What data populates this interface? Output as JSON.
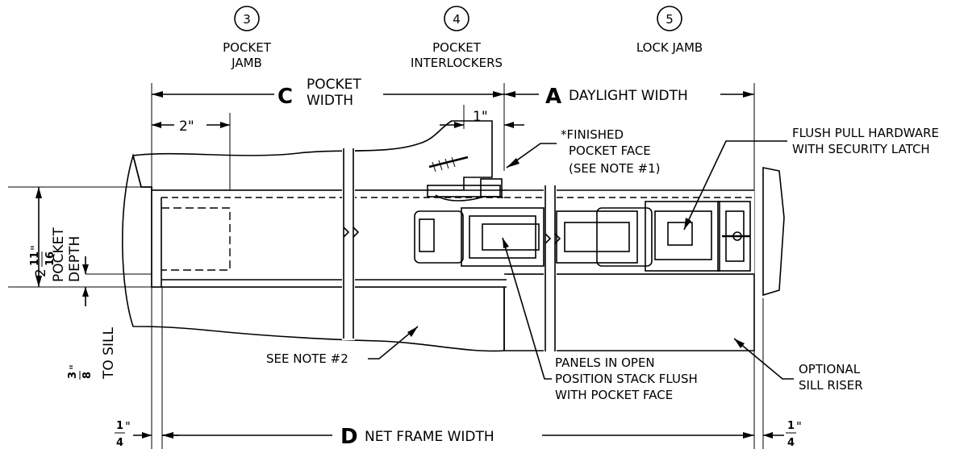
{
  "sections": [
    {
      "number": "3",
      "title_line1": "POCKET",
      "title_line2": "JAMB"
    },
    {
      "number": "4",
      "title_line1": "POCKET",
      "title_line2": "INTERLOCKERS"
    },
    {
      "number": "5",
      "title_line1": "LOCK JAMB",
      "title_line2": ""
    }
  ],
  "dimensions": {
    "c_letter": "C",
    "c_text_line1": "POCKET",
    "c_text_line2": "WIDTH",
    "a_letter": "A",
    "a_text": "DAYLIGHT WIDTH",
    "d_letter": "D",
    "d_text": "NET FRAME WIDTH",
    "two_inch": "2\"",
    "one_inch": "1\"",
    "quarter_num": "1",
    "quarter_den": "4",
    "quarter_mark": "\"",
    "depth_whole": "2",
    "depth_num": "11",
    "depth_den": "16",
    "depth_mark": "\"",
    "depth_label_line1": "POCKET",
    "depth_label_line2": "DEPTH",
    "sill_num": "3",
    "sill_den": "8",
    "sill_mark": "\"",
    "sill_label": "TO SILL"
  },
  "notes": {
    "finished_line1": "*FINISHED",
    "finished_line2": "POCKET FACE",
    "finished_line3": "(SEE NOTE #1)",
    "hardware_line1": "FLUSH PULL HARDWARE",
    "hardware_line2": "WITH SECURITY LATCH",
    "note2": "SEE NOTE #2",
    "panels_line1": "PANELS IN OPEN",
    "panels_line2": "POSITION STACK FLUSH",
    "panels_line3": "WITH POCKET FACE",
    "riser_line1": "OPTIONAL",
    "riser_line2": "SILL RISER"
  }
}
